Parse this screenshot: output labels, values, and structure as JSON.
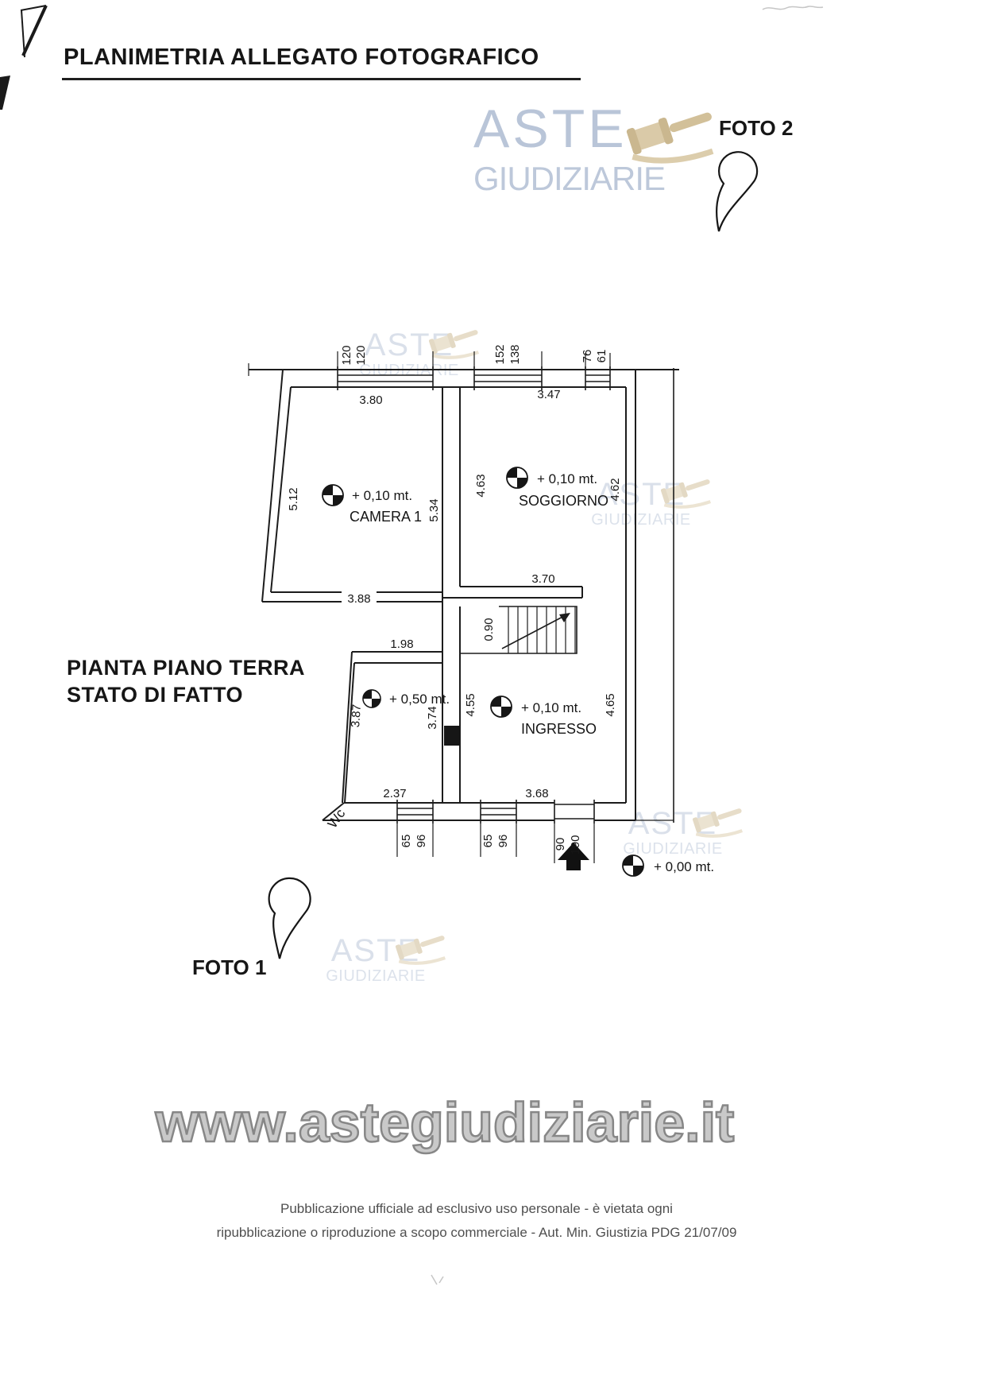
{
  "document": {
    "title": "PLANIMETRIA ALLEGATO FOTOGRAFICO",
    "watermark_url": "www.astegiudiziarie.it",
    "footer": {
      "line1": "Pubblicazione ufficiale ad esclusivo uso personale - è vietata ogni",
      "line2": "ripubblicazione o riproduzione a scopo commerciale - Aut. Min. Giustizia PDG 21/07/09"
    }
  },
  "brand": {
    "line1": "ASTE",
    "line2": "GIUDIZIARIE",
    "text_color": "#b6c2d6",
    "gavel_color": "#d9c8a4"
  },
  "photo_markers": {
    "foto1": "FOTO 1",
    "foto2": "FOTO 2"
  },
  "plan": {
    "caption": {
      "line1": "PIANTA PIANO TERRA",
      "line2": "STATO DI FATTO"
    },
    "rooms": {
      "camera1": {
        "name": "CAMERA 1",
        "level": "+ 0,10 mt."
      },
      "soggiorno": {
        "name": "SOGGIORNO",
        "level": "+ 0,10 mt."
      },
      "ingresso": {
        "name": "INGRESSO",
        "level": "+ 0,10 mt."
      },
      "wc": {
        "name": "Wc",
        "level": "+ 0,50 mt."
      }
    },
    "entry_level": "+ 0,00 mt.",
    "dims": {
      "camera1_top": "3.80",
      "soggiorno_top": "3.47",
      "camera1_left": "5.12",
      "camera1_right": "5.34",
      "soggiorno_left": "4.63",
      "soggiorno_right": "4.62",
      "hall_width": "3.88",
      "soggiorno_bottom": "3.70",
      "stair_width": "0.90",
      "wc_top": "1.98",
      "wc_left": "3.87",
      "wc_right": "3.74",
      "wc_bottom": "2.37",
      "ingresso_left": "4.55",
      "ingresso_right": "4.65",
      "ingresso_bottom": "3.68"
    },
    "openings": {
      "win_top1": {
        "w": "120",
        "h": "120"
      },
      "win_top2": {
        "w": "152",
        "h": "138"
      },
      "win_top3": {
        "w": "76",
        "h": "61"
      },
      "win_bot1": {
        "w": "65",
        "h": "96"
      },
      "win_bot2": {
        "w": "65",
        "h": "96"
      },
      "door": {
        "w": "90",
        "h": "190"
      }
    }
  }
}
